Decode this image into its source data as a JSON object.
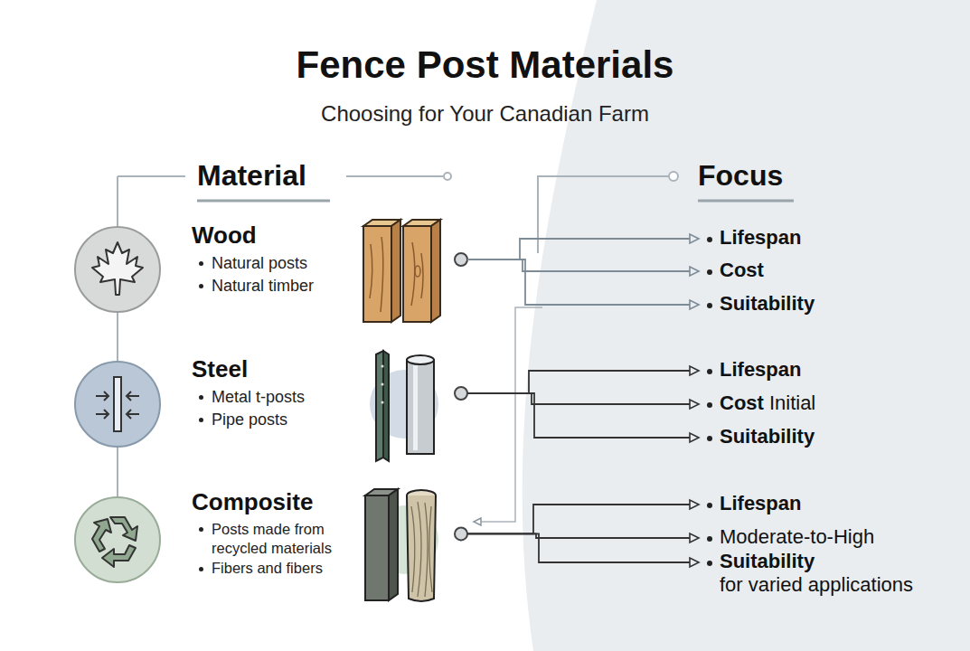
{
  "diagram": {
    "title": "Fence Post Materials",
    "nodes": [
      {
        "text": [
          "Wood",
          "Natural posts",
          "Natural timber"
        ]
      },
      {
        "text": [
          "Steel",
          "Metal t-posts",
          "Pipe posts"
        ]
      },
      {
        "text": [
          "Composite",
          "Posts made from recycled materials",
          "Fibers and fibers"
        ]
      },
      {
        "text": [
          "Lifespan"
        ]
      },
      {
        "text": [
          "Cost"
        ]
      },
      {
        "text": [
          "Suitability"
        ]
      },
      {
        "text": [
          "Lifespan"
        ]
      },
      {
        "text": [
          "Cost",
          "Initial"
        ]
      },
      {
        "text": [
          "Suitability"
        ]
      },
      {
        "text": [
          "Lifespan"
        ]
      },
      {
        "text": [
          "Moderate-to-High"
        ]
      },
      {
        "text": [
          "Suitability",
          "for varied applications"
        ]
      }
    ],
    "edges": [
      {
        "from": 0,
        "to": 3,
        "arrow": "to"
      },
      {
        "from": 0,
        "to": 4,
        "arrow": "to"
      },
      {
        "from": 0,
        "to": 5,
        "arrow": "to"
      },
      {
        "from": 1,
        "to": 6,
        "arrow": "to"
      },
      {
        "from": 1,
        "to": 7,
        "arrow": "to"
      },
      {
        "from": 1,
        "to": 8,
        "arrow": "to"
      },
      {
        "from": 2,
        "to": 9,
        "arrow": "to"
      },
      {
        "from": 2,
        "to": 10,
        "arrow": "to"
      },
      {
        "from": 2,
        "to": 11,
        "arrow": "to"
      }
    ],
    "labels": [
      "Choosing for Your Canadian Farm",
      "Material",
      "Focus"
    ]
  }
}
